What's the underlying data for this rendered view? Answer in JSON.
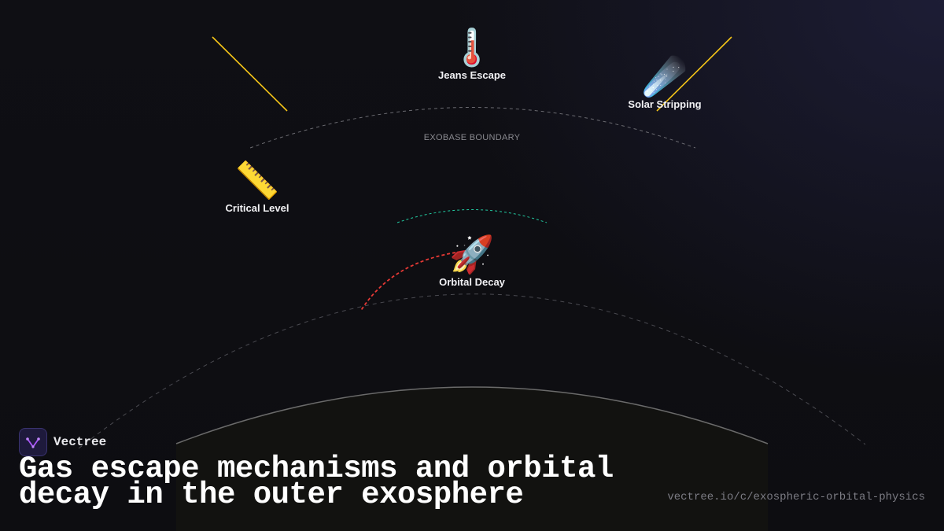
{
  "boundary_label": "EXOBASE BOUNDARY",
  "mechanisms": [
    {
      "label": "Jeans Escape",
      "icon": "thermometer-icon",
      "glyph": "🌡️"
    },
    {
      "label": "Solar Stripping",
      "icon": "comet-icon",
      "glyph": "☄️"
    },
    {
      "label": "Critical Level",
      "icon": "ruler-icon",
      "glyph": "📏"
    },
    {
      "label": "Orbital Decay",
      "icon": "rocket-icon",
      "glyph": "🚀"
    }
  ],
  "brand": {
    "name": "Vectree",
    "icon": "vectree-logo-icon"
  },
  "headline": "Gas escape mechanisms and orbital decay in the outer exosphere",
  "url": "vectree.io/c/exospheric-orbital-physics",
  "colors": {
    "escape_lines": "#f5c518",
    "inner_arc": "#22c9a0",
    "decay_path": "#e53935",
    "boundary_arcs": "#5a5a60",
    "planet_surface": "#6a6a6a",
    "brand_accent": "#a855f7"
  }
}
